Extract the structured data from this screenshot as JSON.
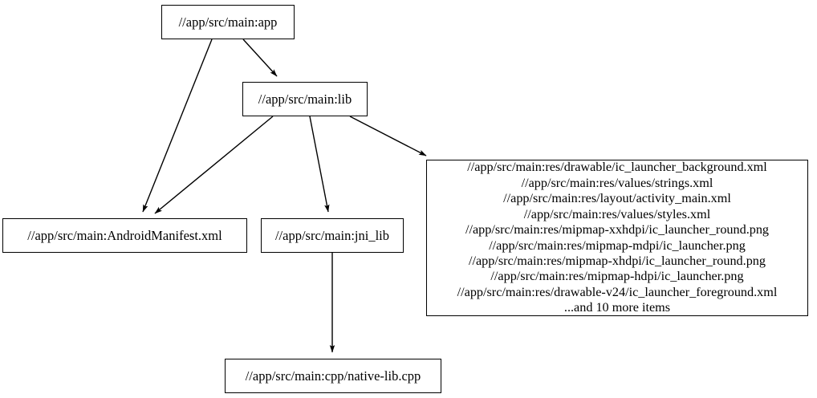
{
  "graph": {
    "type": "dependency-graph",
    "title": "",
    "background_color": "#ffffff",
    "edge_color": "#000000",
    "node_border_color": "#000000",
    "node_fill_color": "#ffffff",
    "text_color": "#000000",
    "nodes": [
      {
        "id": "app",
        "label": "//app/src/main:app"
      },
      {
        "id": "lib",
        "label": "//app/src/main:lib"
      },
      {
        "id": "manifest",
        "label": "//app/src/main:AndroidManifest.xml"
      },
      {
        "id": "jni",
        "label": "//app/src/main:jni_lib"
      },
      {
        "id": "native",
        "label": "//app/src/main:cpp/native-lib.cpp"
      },
      {
        "id": "res",
        "label": "//app/src/main:res/drawable/ic_launcher_background.xml\n//app/src/main:res/values/strings.xml\n//app/src/main:res/layout/activity_main.xml\n//app/src/main:res/values/styles.xml\n//app/src/main:res/mipmap-xxhdpi/ic_launcher_round.png\n//app/src/main:res/mipmap-mdpi/ic_launcher.png\n//app/src/main:res/mipmap-xhdpi/ic_launcher_round.png\n//app/src/main:res/mipmap-hdpi/ic_launcher.png\n//app/src/main:res/drawable-v24/ic_launcher_foreground.xml\n...and 10 more items",
        "lines": [
          "//app/src/main:res/drawable/ic_launcher_background.xml",
          "//app/src/main:res/values/strings.xml",
          "//app/src/main:res/layout/activity_main.xml",
          "//app/src/main:res/values/styles.xml",
          "//app/src/main:res/mipmap-xxhdpi/ic_launcher_round.png",
          "//app/src/main:res/mipmap-mdpi/ic_launcher.png",
          "//app/src/main:res/mipmap-xhdpi/ic_launcher_round.png",
          "//app/src/main:res/mipmap-hdpi/ic_launcher.png",
          "//app/src/main:res/drawable-v24/ic_launcher_foreground.xml",
          "...and 10 more items"
        ],
        "more_items_count": 10
      }
    ],
    "edges": [
      {
        "from": "app",
        "to": "lib"
      },
      {
        "from": "app",
        "to": "manifest"
      },
      {
        "from": "lib",
        "to": "manifest"
      },
      {
        "from": "lib",
        "to": "jni"
      },
      {
        "from": "lib",
        "to": "res"
      },
      {
        "from": "jni",
        "to": "native"
      }
    ]
  }
}
